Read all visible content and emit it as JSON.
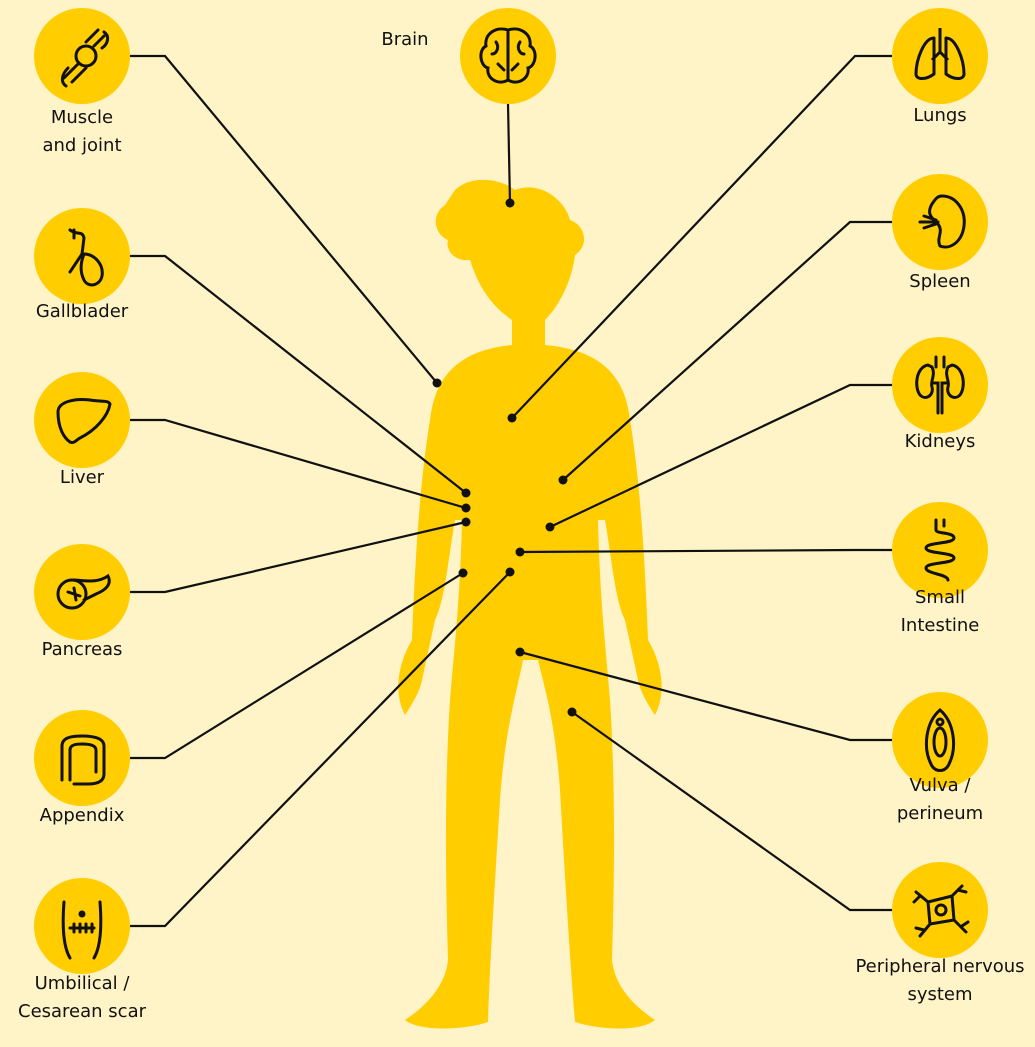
{
  "colors": {
    "background": "#FFF4C7",
    "accent": "#FFCD00",
    "line": "#111111"
  },
  "organs": [
    {
      "id": "muscle-joint",
      "label": "Muscle\nand joint",
      "icon": "joint-icon"
    },
    {
      "id": "gallbladder",
      "label": "Gallblader",
      "icon": "gallbladder-icon"
    },
    {
      "id": "liver",
      "label": "Liver",
      "icon": "liver-icon"
    },
    {
      "id": "pancreas",
      "label": "Pancreas",
      "icon": "pancreas-icon"
    },
    {
      "id": "appendix",
      "label": "Appendix",
      "icon": "colon-icon"
    },
    {
      "id": "scar",
      "label": "Umbilical /\nCesarean scar",
      "icon": "scar-icon"
    },
    {
      "id": "brain",
      "label": "Brain",
      "icon": "brain-icon"
    },
    {
      "id": "lungs",
      "label": "Lungs",
      "icon": "lungs-icon"
    },
    {
      "id": "spleen",
      "label": "Spleen",
      "icon": "spleen-icon"
    },
    {
      "id": "kidneys",
      "label": "Kidneys",
      "icon": "kidneys-icon"
    },
    {
      "id": "small-intestine",
      "label": "Small\nIntestine",
      "icon": "intestine-icon"
    },
    {
      "id": "vulva",
      "label": "Vulva /\nperineum",
      "icon": "vulva-icon"
    },
    {
      "id": "nerves",
      "label": "Peripheral nervous\nsystem",
      "icon": "neuron-icon"
    }
  ]
}
